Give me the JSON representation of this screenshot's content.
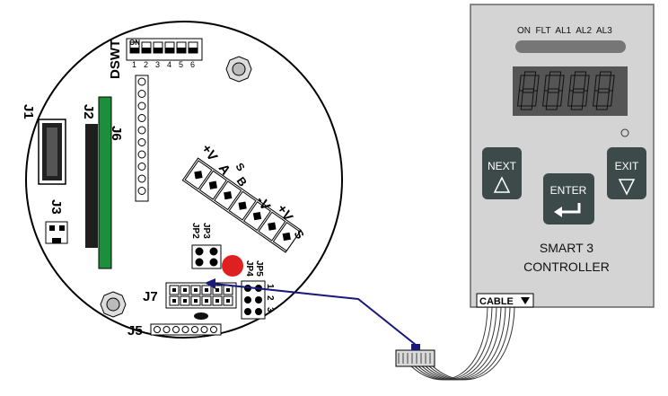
{
  "board": {
    "labels": {
      "dswt": "DSWT",
      "dsw_on": "ON",
      "dsw_nums": [
        "1",
        "2",
        "3",
        "4",
        "5",
        "6"
      ],
      "j1": "J1",
      "j2": "J2",
      "j3": "J3",
      "j5": "J5",
      "j6": "J6",
      "j7": "J7",
      "jp2": "JP2",
      "jp3": "JP3",
      "jp4": "JP4",
      "jp5": "JP5",
      "terminal_plus_v1": "+V",
      "terminal_a": "A",
      "terminal_s1": "S",
      "terminal_b": "B",
      "terminal_minus_v": "-V",
      "terminal_plus_v2": "+V",
      "terminal_s2": "S",
      "jp4_nums": [
        "1",
        "2",
        "3"
      ]
    }
  },
  "controller": {
    "indicators": "ON  FLT  AL1  AL2  AL3",
    "display": "8888",
    "next_label": "NEXT",
    "enter_label": "ENTER",
    "exit_label": "EXIT",
    "name_line1": "SMART 3",
    "name_line2": "CONTROLLER",
    "cable_label": "CABLE"
  },
  "colors": {
    "panel": "#d4d4d4",
    "button": "#3d4a4a",
    "display": "#5a5a5a",
    "green_strip": "#1b8f3a",
    "red_dot": "#e02020",
    "cable_blue": "#1a1a7a"
  }
}
